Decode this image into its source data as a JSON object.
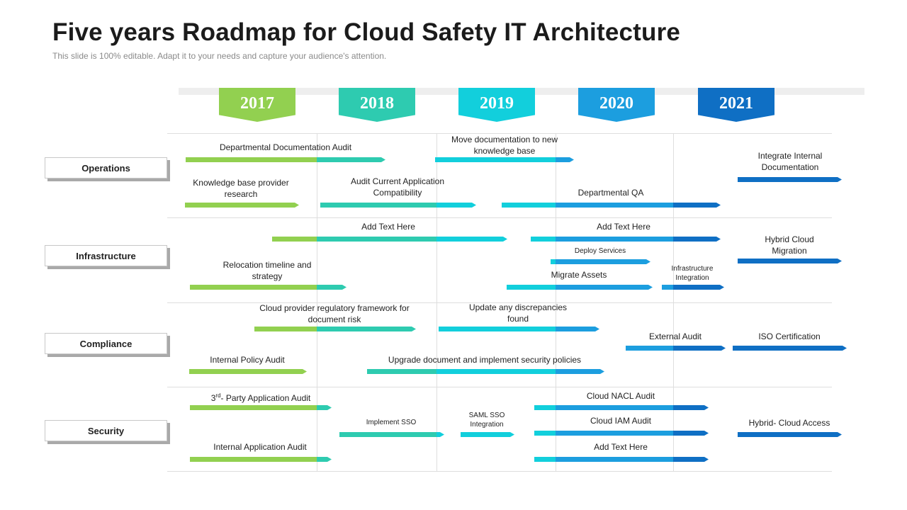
{
  "title": "Five years Roadmap for Cloud Safety IT Architecture",
  "subtitle": "This slide is 100% editable. Adapt it to your needs and capture your audience's attention.",
  "colors": {
    "2017": "#92d050",
    "2018": "#2ecbb0",
    "2019": "#12cfdc",
    "2020": "#1c9edf",
    "2021": "#0f6fc4"
  },
  "years": [
    "2017",
    "2018",
    "2019",
    "2020",
    "2021"
  ],
  "categories": [
    "Operations",
    "Infrastructure",
    "Compliance",
    "Security"
  ],
  "tasks": [
    {
      "id": "t1",
      "text": "Departmental Documentation Audit",
      "category": "Operations"
    },
    {
      "id": "t2",
      "text": "Move documentation to new knowledge base",
      "category": "Operations"
    },
    {
      "id": "t3",
      "text": "Integrate Internal Documentation",
      "category": "Operations"
    },
    {
      "id": "t4",
      "text": "Knowledge base provider research",
      "category": "Operations"
    },
    {
      "id": "t5",
      "text": "Audit Current Application Compatibility",
      "category": "Operations"
    },
    {
      "id": "t6",
      "text": "Departmental QA",
      "category": "Operations"
    },
    {
      "id": "t7",
      "text": "Add Text Here",
      "category": "Infrastructure"
    },
    {
      "id": "t8",
      "text": "Add Text Here",
      "category": "Infrastructure"
    },
    {
      "id": "t9",
      "text": "Hybrid Cloud Migration",
      "category": "Infrastructure"
    },
    {
      "id": "t10",
      "text": "Deploy Services",
      "category": "Infrastructure"
    },
    {
      "id": "t11",
      "text": "Relocation timeline and strategy",
      "category": "Infrastructure"
    },
    {
      "id": "t12",
      "text": "Migrate Assets",
      "category": "Infrastructure"
    },
    {
      "id": "t13",
      "text": "Infrastructure Integration",
      "category": "Infrastructure"
    },
    {
      "id": "t14",
      "text": "Cloud provider regulatory framework for document risk",
      "category": "Compliance"
    },
    {
      "id": "t15",
      "text": "Update any discrepancies found",
      "category": "Compliance"
    },
    {
      "id": "t16",
      "text": "External Audit",
      "category": "Compliance"
    },
    {
      "id": "t17",
      "text": "ISO Certification",
      "category": "Compliance"
    },
    {
      "id": "t18",
      "text": "Internal Policy Audit",
      "category": "Compliance"
    },
    {
      "id": "t19",
      "text": "Upgrade document and implement security policies",
      "category": "Compliance"
    },
    {
      "id": "t20",
      "text_main": "3",
      "text_sup": "rd",
      "text_rest": "- Party Application Audit",
      "category": "Security"
    },
    {
      "id": "t21",
      "text": "Cloud NACL Audit",
      "category": "Security"
    },
    {
      "id": "t22",
      "text": "Implement SSO",
      "category": "Security"
    },
    {
      "id": "t23",
      "text": "SAML SSO Integration",
      "category": "Security"
    },
    {
      "id": "t24",
      "text": "Cloud IAM Audit",
      "category": "Security"
    },
    {
      "id": "t25",
      "text": "Hybrid- Cloud Access",
      "category": "Security"
    },
    {
      "id": "t26",
      "text": "Internal Application Audit",
      "category": "Security"
    },
    {
      "id": "t27",
      "text": "Add Text Here",
      "category": "Security"
    }
  ]
}
